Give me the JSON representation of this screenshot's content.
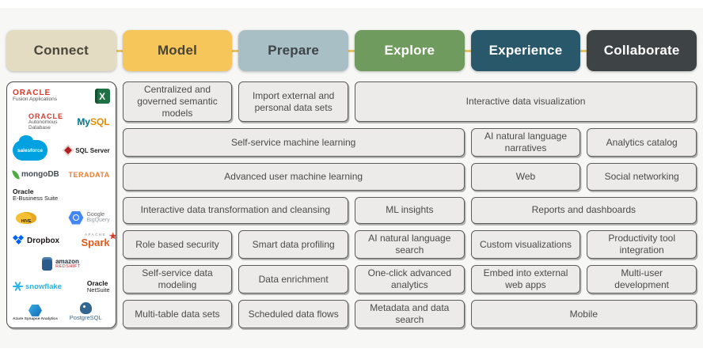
{
  "columns": [
    {
      "label": "Connect",
      "bg": "#e3dcc2",
      "fg": "#4a463b"
    },
    {
      "label": "Model",
      "bg": "#f6c65b",
      "fg": "#4a4435"
    },
    {
      "label": "Prepare",
      "bg": "#a9bfc6",
      "fg": "#3f4446"
    },
    {
      "label": "Explore",
      "bg": "#6f9b5e",
      "fg": "#ffffff"
    },
    {
      "label": "Experience",
      "bg": "#29586b",
      "fg": "#ffffff"
    },
    {
      "label": "Collaborate",
      "bg": "#3e4445",
      "fg": "#ffffff"
    }
  ],
  "colors": {
    "connector_line": "#e8c368",
    "card_background": "#edebe9",
    "card_border": "#5c5c5c",
    "stage_background": "#f7f7f5"
  },
  "sources": [
    {
      "t1": "ORACLE",
      "t2": "Fusion Applications"
    },
    {
      "t1": "X"
    },
    {
      "t1": "ORACLE",
      "t2": "Autonomous",
      "t3": "Database"
    },
    {
      "t1": "My",
      "t2": "SQL"
    },
    {
      "t1": "salesforce"
    },
    {
      "t1": "SQL Server"
    },
    {
      "t1": "mongoDB"
    },
    {
      "t1": "TERADATA"
    },
    {
      "t1": "Oracle",
      "t2": "E-Business Suite"
    },
    {
      "t1": "Google",
      "t2": "BigQuery"
    },
    {
      "t1": "HIVE"
    },
    {
      "t1": "Dropbox"
    },
    {
      "t1": "APACHE",
      "t2": "Spark",
      "t3": "★"
    },
    {
      "t1": "amazon",
      "t2": "REDSHIFT"
    },
    {
      "t1": "snowflake"
    },
    {
      "t1": "Oracle",
      "t2": "NetSuite"
    },
    {
      "t1": "PostgreSQL"
    },
    {
      "t1": "Azure Synapse Analytics"
    }
  ],
  "rows": [
    {
      "cells": [
        {
          "text": "Centralized and governed semantic models"
        },
        {
          "text": "Import external and personal data sets"
        },
        {
          "text": "Interactive data visualization"
        }
      ]
    },
    {
      "cells": [
        {
          "text": "Self-service machine learning"
        },
        {
          "text": "AI natural language narratives"
        },
        {
          "text": "Analytics catalog"
        }
      ]
    },
    {
      "cells": [
        {
          "text": "Advanced user machine learning"
        },
        {
          "text": "Web"
        },
        {
          "text": "Social networking"
        }
      ]
    },
    {
      "cells": [
        {
          "text": "Interactive data transformation and cleansing"
        },
        {
          "text": "ML insights"
        },
        {
          "text": "Reports and dashboards"
        }
      ]
    },
    {
      "cells": [
        {
          "text": "Role based security"
        },
        {
          "text": "Smart data profiling"
        },
        {
          "text": "AI natural language search"
        },
        {
          "text": "Custom visualizations"
        },
        {
          "text": "Productivity tool integration"
        }
      ]
    },
    {
      "cells": [
        {
          "text": "Self-service data modeling"
        },
        {
          "text": "Data enrichment"
        },
        {
          "text": "One-click advanced analytics"
        },
        {
          "text": "Embed into external web apps"
        },
        {
          "text": "Multi-user development"
        }
      ]
    },
    {
      "cells": [
        {
          "text": "Multi-table data sets"
        },
        {
          "text": "Scheduled data flows"
        },
        {
          "text": "Metadata and data search"
        },
        {
          "text": "Mobile"
        }
      ]
    }
  ]
}
